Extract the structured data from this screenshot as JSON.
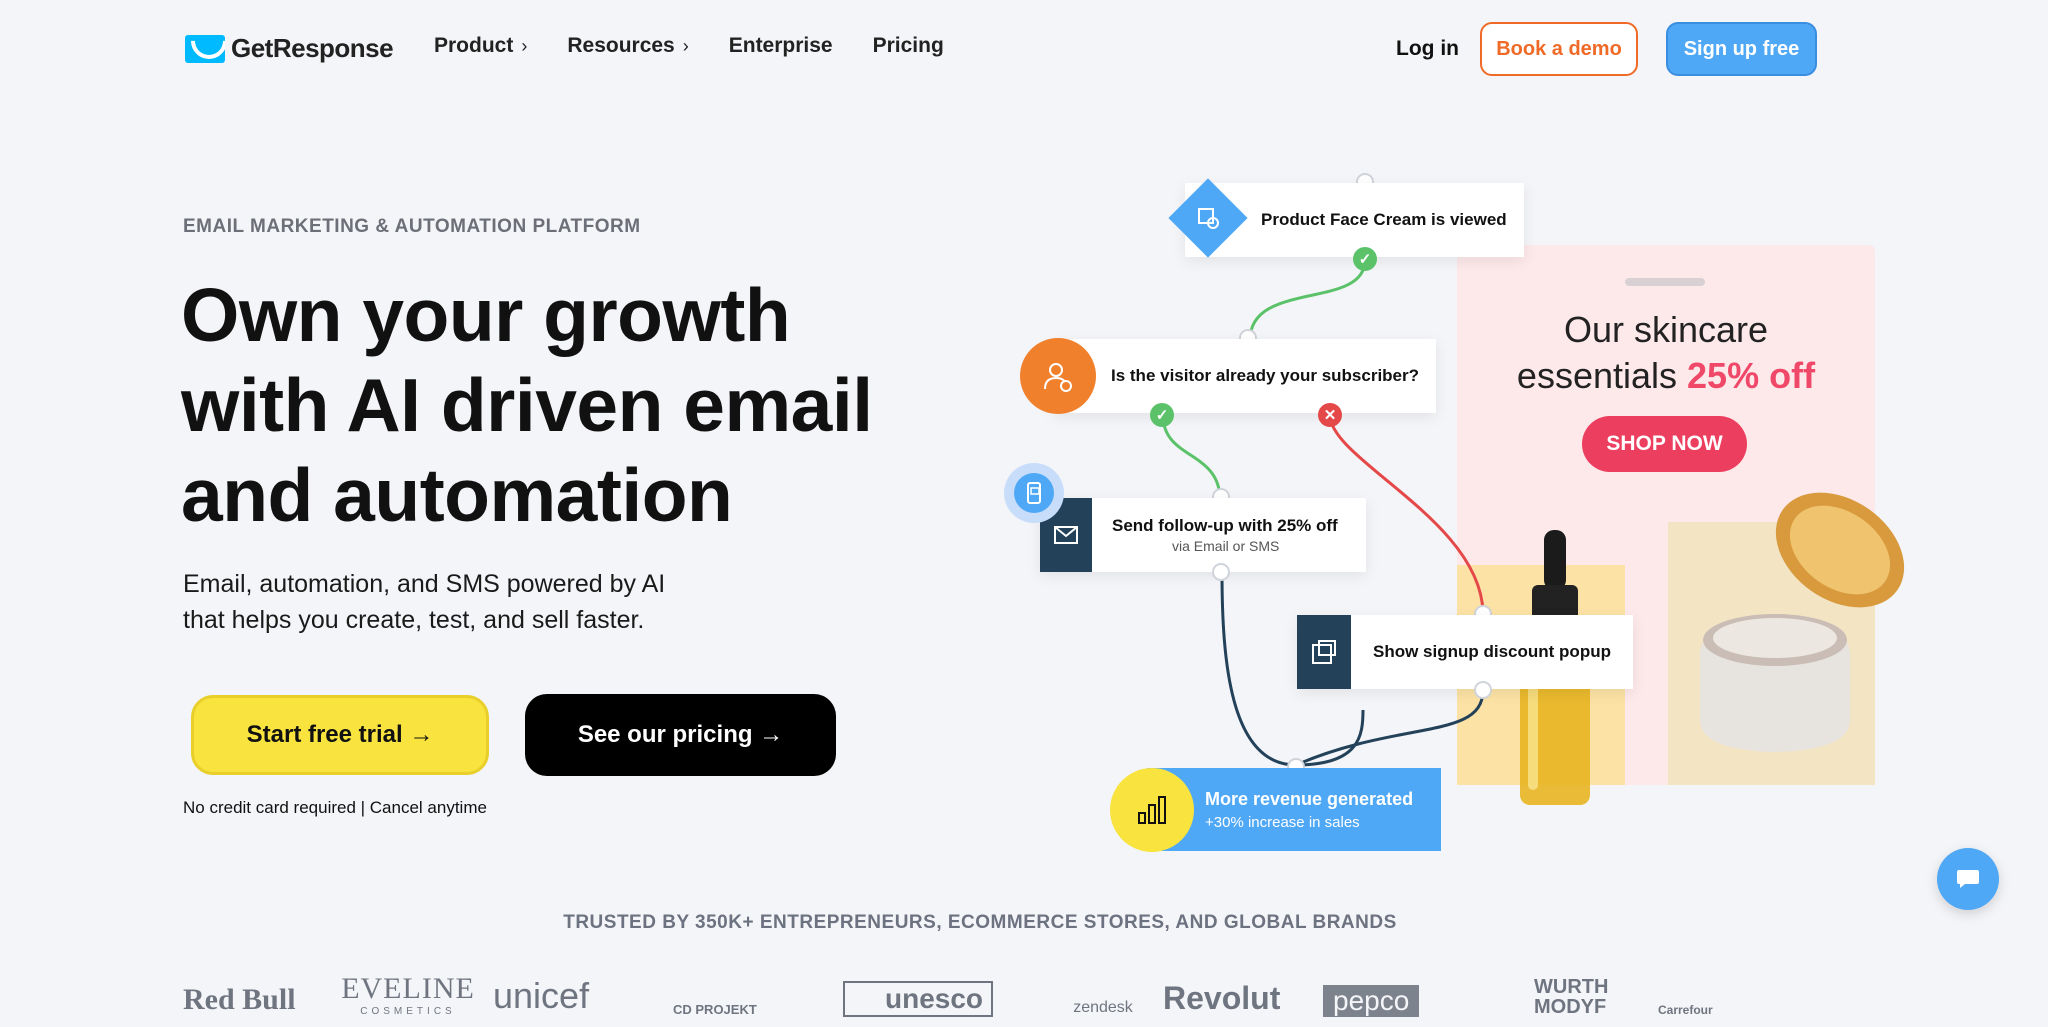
{
  "brand": {
    "name": "GetResponse",
    "accent": "#00baff"
  },
  "nav": {
    "items": [
      {
        "label": "Product",
        "has_submenu": true
      },
      {
        "label": "Resources",
        "has_submenu": true
      },
      {
        "label": "Enterprise",
        "has_submenu": false
      },
      {
        "label": "Pricing",
        "has_submenu": false
      }
    ],
    "login": "Log in",
    "demo": "Book a demo",
    "signup": "Sign up free"
  },
  "hero": {
    "eyebrow": "EMAIL MARKETING & AUTOMATION PLATFORM",
    "headline_1": "Own your growth",
    "headline_2": "with AI driven email",
    "headline_3": "and automation",
    "sub_1": "Email, automation, and SMS powered by AI",
    "sub_2": "that helps you create, test, and sell faster.",
    "cta_trial": "Start free trial →",
    "cta_pricing": "See our pricing →",
    "note": "No credit card required | Cancel anytime"
  },
  "flow": {
    "step1": "Product Face Cream is viewed",
    "step2": "Is the visitor already your subscriber?",
    "step3_title": "Send follow-up with 25% off",
    "step3_sub": "via Email or SMS",
    "step4": "Show signup discount popup",
    "result_title": "More revenue generated",
    "result_sub": "+30% increase in sales"
  },
  "promo": {
    "title_1": "Our skincare",
    "title_2": "essentials",
    "discount": "25% off",
    "button": "SHOP NOW"
  },
  "trusted": {
    "heading": "TRUSTED BY 350K+ ENTREPRENEURS, ECOMMERCE STORES, AND GLOBAL BRANDS",
    "logos": [
      "Red Bull",
      "EVELINE",
      "COSMETICS",
      "unicef",
      "CD PROJEKT",
      "unesco",
      "zendesk",
      "Revolut",
      "pepco",
      "WURTH",
      "MODYF",
      "Carrefour"
    ]
  }
}
